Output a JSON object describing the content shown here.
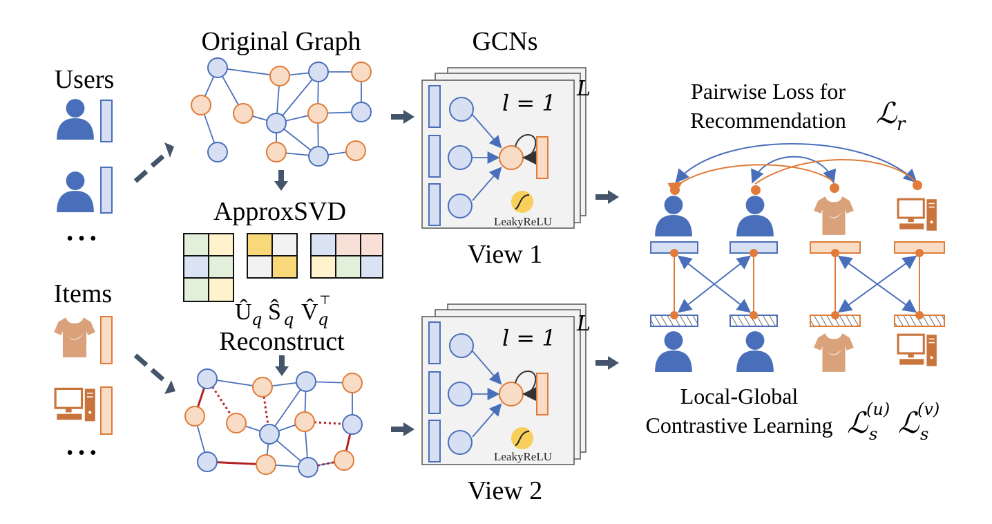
{
  "labels": {
    "users": "Users",
    "items": "Items",
    "ellipsis_top": "• • •",
    "ellipsis_bottom": "• • •",
    "original_graph": "Original Graph",
    "approx_svd": "ApproxSVD",
    "reconstruct": "Reconstruct",
    "gcns": "GCNs",
    "view1": "View 1",
    "view2": "View 2",
    "layer_eq_1": "l = 1",
    "layer_eq_2": "l = 1",
    "layer_L1": "L",
    "layer_L2": "L",
    "activation1": "LeakyReLU",
    "activation2": "LeakyReLU",
    "pairwise_line1": "Pairwise Loss for",
    "pairwise_line2": "Recommendation",
    "loss_r": "ℒ",
    "loss_r_sub": "r",
    "contrastive_line1": "Local-Global",
    "contrastive_line2": "Contrastive Learning",
    "loss_su": "ℒ",
    "loss_su_sub": "s",
    "loss_su_sup": "(u)",
    "loss_sv": "ℒ",
    "loss_sv_sub": "s",
    "loss_sv_sup": "(v)",
    "svd_u": "Û",
    "svd_u_sub": "q",
    "svd_s": "Ŝ",
    "svd_s_sub": "q",
    "svd_v": "V̂",
    "svd_v_sub": "q",
    "svd_v_sup": "⊤"
  },
  "colors": {
    "user_blue": "#4a6fba",
    "user_fill": "#d6e0f2",
    "item_orange": "#e07b39",
    "item_fill": "#f8dcc6",
    "arrow_gray": "#44546a",
    "red_edge": "#b22222",
    "sigmoid_yellow": "#f7cf5a"
  },
  "icons": [
    "user-icon",
    "tshirt-icon",
    "computer-icon",
    "sigmoid-icon"
  ]
}
